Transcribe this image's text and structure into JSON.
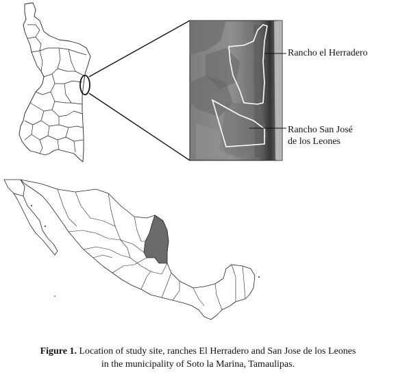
{
  "labels": {
    "herradero": "Rancho el Herradero",
    "sanjose_line1": "Rancho San José",
    "sanjose_line2": "de los Leones"
  },
  "caption": {
    "prefix": "Figure 1.",
    "line1": " Location of study site, ranches El Herradero and San Jose de los Leones",
    "line2": "in the municipality of Soto la Marina, Tamaulipas."
  },
  "colors": {
    "tamaulipas_fill": "#6b6b6b",
    "outline": "#222222",
    "satellite": "#8a8a8a",
    "ranch_outline": "#ffffff"
  }
}
